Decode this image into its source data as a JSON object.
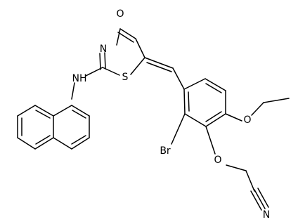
{
  "structure": {
    "atoms": {
      "O": "O",
      "N": "N",
      "S": "S",
      "NH": "NH",
      "Br": "Br",
      "O_ethoxy": "O",
      "O_ether": "O",
      "N_nitrile": "N"
    }
  }
}
